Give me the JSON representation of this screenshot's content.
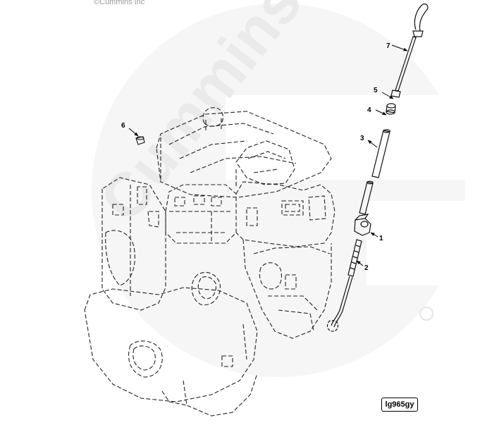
{
  "copyright": "©Cummins Inc",
  "watermark": {
    "text": "Cummins",
    "color": "#ececec"
  },
  "figure_id": "lg965gy",
  "callouts": [
    {
      "id": "callout-1",
      "label": "1"
    },
    {
      "id": "callout-2",
      "label": "2"
    },
    {
      "id": "callout-3",
      "label": "3"
    },
    {
      "id": "callout-4",
      "label": "4"
    },
    {
      "id": "callout-5",
      "label": "5"
    },
    {
      "id": "callout-6",
      "label": "6"
    },
    {
      "id": "callout-7",
      "label": "7"
    }
  ]
}
